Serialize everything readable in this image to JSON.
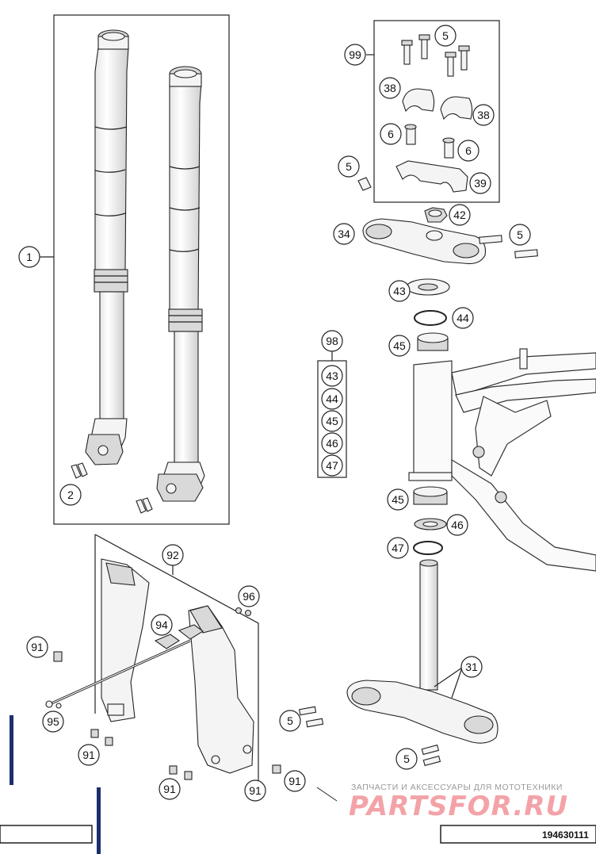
{
  "callouts": {
    "c1": "1",
    "c2": "2",
    "c5a": "5",
    "c99": "99",
    "c38a": "38",
    "c38b": "38",
    "c6a": "6",
    "c6b": "6",
    "c5b": "5",
    "c39": "39",
    "c42": "42",
    "c34": "34",
    "c5c": "5",
    "c43": "43",
    "c44": "44",
    "c45a": "45",
    "c98": "98",
    "k43": "43",
    "k44": "44",
    "k45": "45",
    "k46": "46",
    "k47": "47",
    "c45b": "45",
    "c46": "46",
    "c47": "47",
    "c92": "92",
    "c96": "96",
    "c94": "94",
    "c91a": "91",
    "c95": "95",
    "c91b": "91",
    "c5d": "5",
    "c91c": "91",
    "c91d": "91",
    "c91e": "91",
    "c31": "31",
    "c5e": "5"
  },
  "watermark": {
    "tagline": "ЗАПЧАСТИ И АКСЕССУАРЫ ДЛЯ МОТОТЕХНИКИ",
    "logo": "PARTSFOR.RU",
    "color": "#f3a3a8"
  },
  "document_number": "194630111"
}
